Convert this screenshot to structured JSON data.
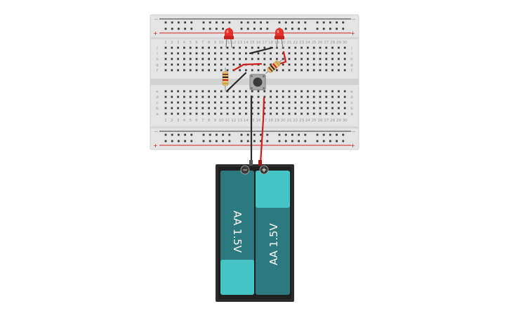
{
  "breadboard": {
    "rail_minus_symbol": "−",
    "rail_plus_symbol": "+",
    "column_numbers": [
      "1",
      "2",
      "3",
      "4",
      "5",
      "6",
      "7",
      "8",
      "9",
      "10",
      "11",
      "12",
      "13",
      "14",
      "15",
      "16",
      "17",
      "18",
      "19",
      "20",
      "21",
      "22",
      "23",
      "24",
      "25",
      "26",
      "27",
      "28",
      "29",
      "30"
    ],
    "row_letters_top": [
      "j",
      "i",
      "h",
      "g",
      "f"
    ],
    "row_letters_bottom": [
      "e",
      "d",
      "c",
      "b",
      "a"
    ]
  },
  "components": {
    "led_left": {
      "name": "LED",
      "color": "#e8302a"
    },
    "led_right": {
      "name": "LED",
      "color": "#e8302a"
    },
    "resistor_left": {
      "name": "Resistor"
    },
    "resistor_right": {
      "name": "Resistor"
    },
    "pushbutton": {
      "name": "Pushbutton"
    }
  },
  "battery_pack": {
    "cell_left_label": "AA 1.5V",
    "cell_right_label": "AA 1.5V",
    "negative_terminal": "−",
    "positive_terminal": "+",
    "cell_color": "#2c7a7f",
    "cell_band_color": "#45c4c6"
  },
  "wires": {
    "red_color": "#d0201c",
    "black_color": "#2a2a2a"
  }
}
